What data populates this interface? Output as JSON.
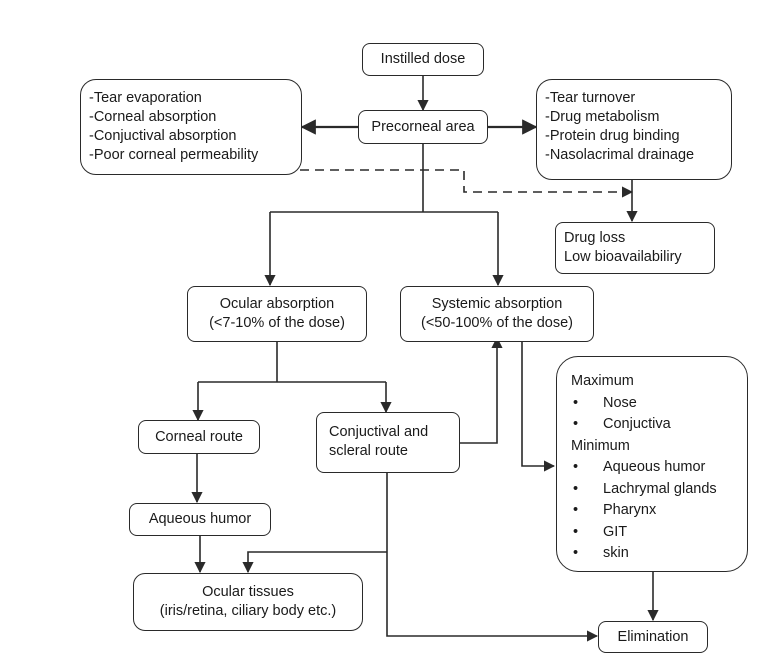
{
  "nodes": {
    "instilled": "Instilled dose",
    "precorneal": "Precorneal area",
    "left_factors": [
      "-Tear evaporation",
      "-Corneal absorption",
      "-Conjuctival absorption",
      "-Poor corneal permeability"
    ],
    "right_factors": [
      "-Tear turnover",
      "-Drug metabolism",
      "-Protein drug binding",
      "-Nasolacrimal drainage"
    ],
    "drug_loss": [
      "Drug loss",
      "Low bioavailabiliry"
    ],
    "ocular_absorption": [
      "Ocular absorption",
      "(<7-10% of the dose)"
    ],
    "systemic_absorption": [
      "Systemic absorption",
      "(<50-100% of the dose)"
    ],
    "corneal_route": "Corneal route",
    "conjunctival_route": [
      "Conjuctival and",
      "scleral route"
    ],
    "aqueous_humor": "Aqueous humor",
    "ocular_tissues": [
      "Ocular tissues",
      "(iris/retina, ciliary body etc.)"
    ],
    "elimination": "Elimination",
    "distribution": {
      "maximum_label": "Maximum",
      "maximum": [
        "Nose",
        "Conjuctiva"
      ],
      "minimum_label": "Minimum",
      "minimum": [
        "Aqueous humor",
        "Lachrymal glands",
        "Pharynx",
        "GIT",
        "skin"
      ],
      "bullet": "•"
    }
  },
  "colors": {
    "line": "#2a2a2a",
    "text": "#1a1a1a",
    "background": "#ffffff"
  }
}
